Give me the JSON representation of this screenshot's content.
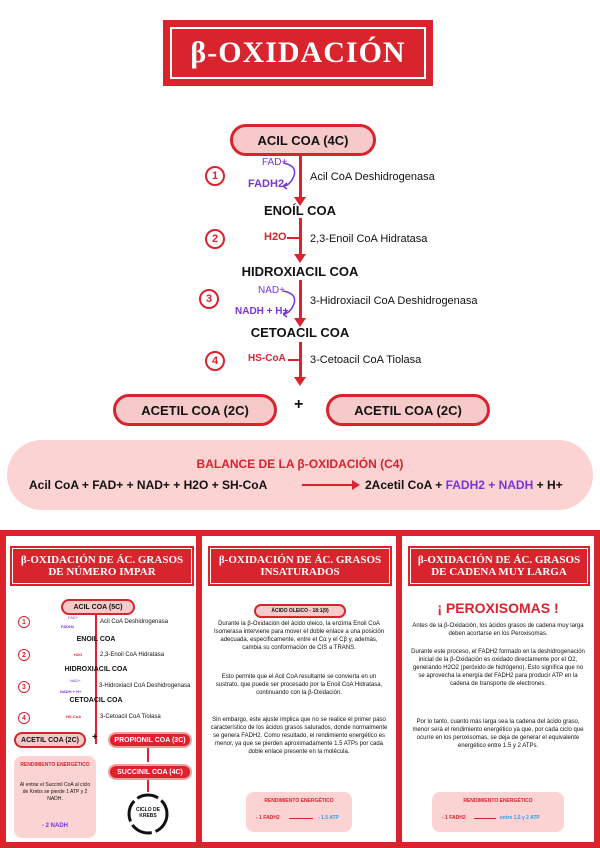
{
  "title": "β-OXIDACIÓN",
  "pathway": {
    "start": "ACIL COA (4C)",
    "metabolites": [
      "ENOÍL COA",
      "HIDROXIACIL COA",
      "CETOACIL COA"
    ],
    "steps": [
      {
        "num": "1",
        "cof_in": "FAD+",
        "cof_out": "FADH2",
        "enzyme": "Acil CoA Deshidrogenasa"
      },
      {
        "num": "2",
        "cof_in": "H2O",
        "enzyme": "2,3-Enoil CoA Hidratasa"
      },
      {
        "num": "3",
        "cof_in": "NAD+",
        "cof_out": "NADH + H+",
        "enzyme": "3-Hidroxiacil CoA Deshidrogenasa"
      },
      {
        "num": "4",
        "cof_in": "HS-CoA",
        "enzyme": "3-Cetoacil CoA Tiolasa"
      }
    ],
    "products": [
      "ACETIL COA (2C)",
      "ACETIL COA (2C)"
    ],
    "plus": "+"
  },
  "balance": {
    "title": "BALANCE DE LA β-OXIDACIÓN (C4)",
    "left": "Acil CoA + FAD+ + NAD+ + H2O + SH-CoA",
    "right_a": "2Acetil CoA + ",
    "right_b": "FADH2 + NADH",
    "right_c": " + H+"
  },
  "col1": {
    "heading": "β-OXIDACIÓN DE ÁC. GRASOS DE NÚMERO IMPAR",
    "start": "ACIL COA (5C)",
    "metabolites": [
      "ENOIL COA",
      "HIDROXIACIL COA",
      "CETOACIL COA"
    ],
    "enzymes": [
      "Acil CoA Deshidrogenasa",
      "2,3-Enoil CoA Hidratasa",
      "3-Hidroxiacil CoA Deshidrogenasa",
      "3-Cetoacil CoA Tiolasa"
    ],
    "cofactors": [
      "FAD+",
      "FADH2",
      "H2O",
      "NAD+",
      "NADH + H+",
      "HS-CoA"
    ],
    "nums": [
      "1",
      "2",
      "3",
      "4"
    ],
    "products": [
      "ACETIL COA (2C)",
      "PROPIONIL COA (3C)"
    ],
    "plus": "+",
    "succinil": "SUCCINIL COA (4C)",
    "krebs": "CICLO DE KREBS",
    "rend_title": "RENDIMIENTO ENERGÉTICO",
    "rend_text": "Al entrar el Succinil CoA al ciclo de Krebs se pierde 1 ATP y 2 NADH.",
    "rend_value": "- 2 NADH"
  },
  "col2": {
    "heading": "β-OXIDACIÓN DE ÁC. GRASOS INSATURADOS",
    "acid": "ÁCIDO OLEICO - 18:1(9)",
    "p1": "Durante la β-Oxidación del ácido oleico, la enzima Enoil CoA Isomerasa interviene para mover el doble enlace a una posición adecuada, específicamente, entre el Cα y el Cβ y, además, cambia su conformación de CIS a TRANS.",
    "p2": "Esto permite que el Acil CoA resultante se convierta en un sustrato, que puede ser procesado por la Enoil CoA Hidratasa, continuando con la β-Oxidación.",
    "p3": "Sin embargo, este ajuste implica que no se realice el primer paso característico de los ácidos grasos saturados, donde normalmente se genera FADH2. Como resultado, el rendimiento energético es menor, ya que se pierden aproximadamente 1.5 ATPs por cada doble enlace presente en la molécula.",
    "rend_title": "RENDIMIENTO ENERGÉTICO",
    "rend_left": "- 1 FADH2",
    "rend_right": "- 1.5 ATP"
  },
  "col3": {
    "heading": "β-OXIDACIÓN DE ÁC. GRASOS DE CADENA MUY LARGA",
    "big": "¡ PEROXISOMAS !",
    "p1": "Antes de la β-Oxidación, los ácidos grasos de cadena muy larga deben acortarse en los Peroxisomas.",
    "p2": "Durante este proceso, el FADH2 formado en la deshidrogenación inicial de la β-Oxidación es oxidado directamente por el O2, generando H2O2 (peróxido de hidrógeno). Esto significa que no se aprovecha la energía del FADH2 para producir ATP en la cadena de transporte de electrones.",
    "p3": "Por lo tanto, cuanto más larga sea la cadena del ácido graso, menor será el rendimiento energético ya que, por cada ciclo que ocurre en los peroxisomas, se deja de generar el equivalente energético entre 1.5 y 2 ATPs.",
    "rend_title": "RENDIMIENTO ENERGÉTICO",
    "rend_left": "- 1 FADH2",
    "rend_right": "entre 1.5 y 2 ATP"
  },
  "colors": {
    "accent": "#d9232d",
    "pink": "#f7caca",
    "purple": "#7a35d8",
    "blue": "#2aa3e8"
  }
}
